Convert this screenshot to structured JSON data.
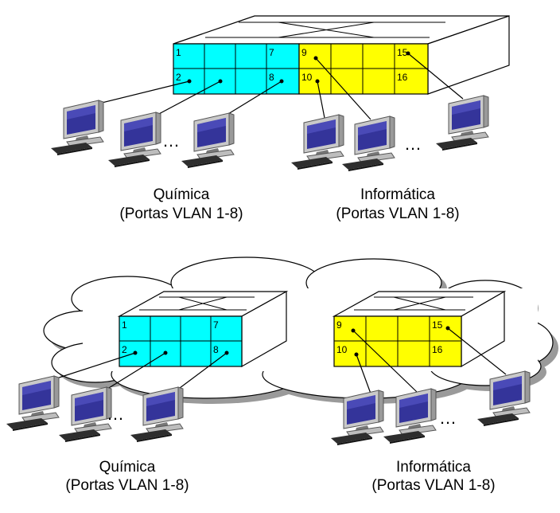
{
  "colors": {
    "chemistry_ports": "#00ffff",
    "informatics_ports": "#ffff00",
    "screen_blue": "#3a3aa0",
    "monitor_gray": "#c8c8c8",
    "cloud_shadow": "#9a9a9a"
  },
  "top": {
    "chem_label": "Química",
    "chem_sub": "(Portas VLAN 1-8)",
    "info_label": "Informática",
    "info_sub": "(Portas VLAN 1-8)",
    "ports": {
      "p1": "1",
      "p2": "2",
      "p7": "7",
      "p8": "8",
      "p9": "9",
      "p10": "10",
      "p15": "15",
      "p16": "16"
    },
    "ellipsis_left": "…",
    "ellipsis_right": "…"
  },
  "bottom": {
    "chem_label": "Química",
    "chem_sub": "(Portas VLAN 1-8)",
    "info_label": "Informática",
    "info_sub": "(Portas VLAN 1-8)",
    "ports": {
      "p1": "1",
      "p2": "2",
      "p7": "7",
      "p8": "8",
      "p9": "9",
      "p10": "10",
      "p15": "15",
      "p16": "16"
    },
    "ellipsis_left": "…",
    "ellipsis_right": "…"
  }
}
